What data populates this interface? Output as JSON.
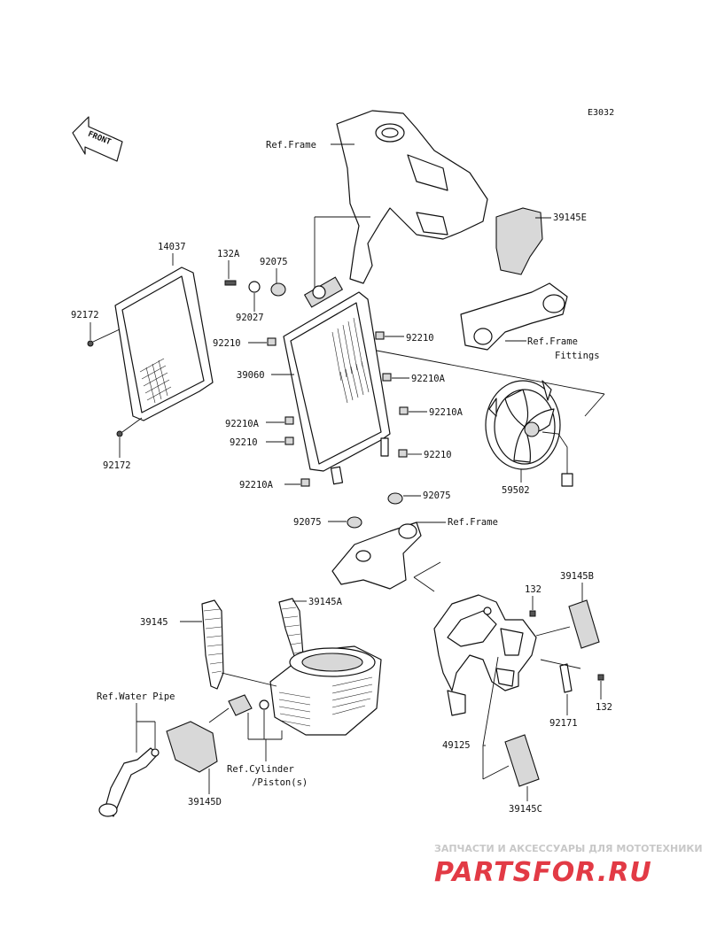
{
  "diagram_code": "E3032",
  "front_arrow": "FRONT",
  "labels": {
    "ref_frame_top": "Ref.Frame",
    "p39145E": "39145E",
    "p14037": "14037",
    "p132A": "132A",
    "p92075_top": "92075",
    "p92172_top": "92172",
    "p92027": "92027",
    "p92210_l1": "92210",
    "p92210_r1": "92210",
    "ref_frame_fittings_1": "Ref.Frame",
    "ref_frame_fittings_2": "Fittings",
    "p39060": "39060",
    "p92210A_r1": "92210A",
    "p92210A_l1": "92210A",
    "p92210A_r2": "92210A",
    "p92210_l2": "92210",
    "p92210_r2": "92210",
    "p92172_bot": "92172",
    "p59502": "59502",
    "p92210A_l2": "92210A",
    "p92075_r": "92075",
    "p92075_l": "92075",
    "ref_frame_mid": "Ref.Frame",
    "p132_top": "132",
    "p39145B": "39145B",
    "p39145A": "39145A",
    "p39145": "39145",
    "ref_water_pipe": "Ref.Water Pipe",
    "p132_bot": "132",
    "p92171": "92171",
    "p49125": "49125",
    "ref_cyl_1": "Ref.Cylinder",
    "ref_cyl_2": "/Piston(s)",
    "p39145D": "39145D",
    "p39145C": "39145C"
  },
  "watermark": {
    "tagline": "ЗАПЧАСТИ И АКСЕССУАРЫ ДЛЯ МОТОТЕХНИКИ",
    "logo": "PARTSFOR.RU"
  }
}
